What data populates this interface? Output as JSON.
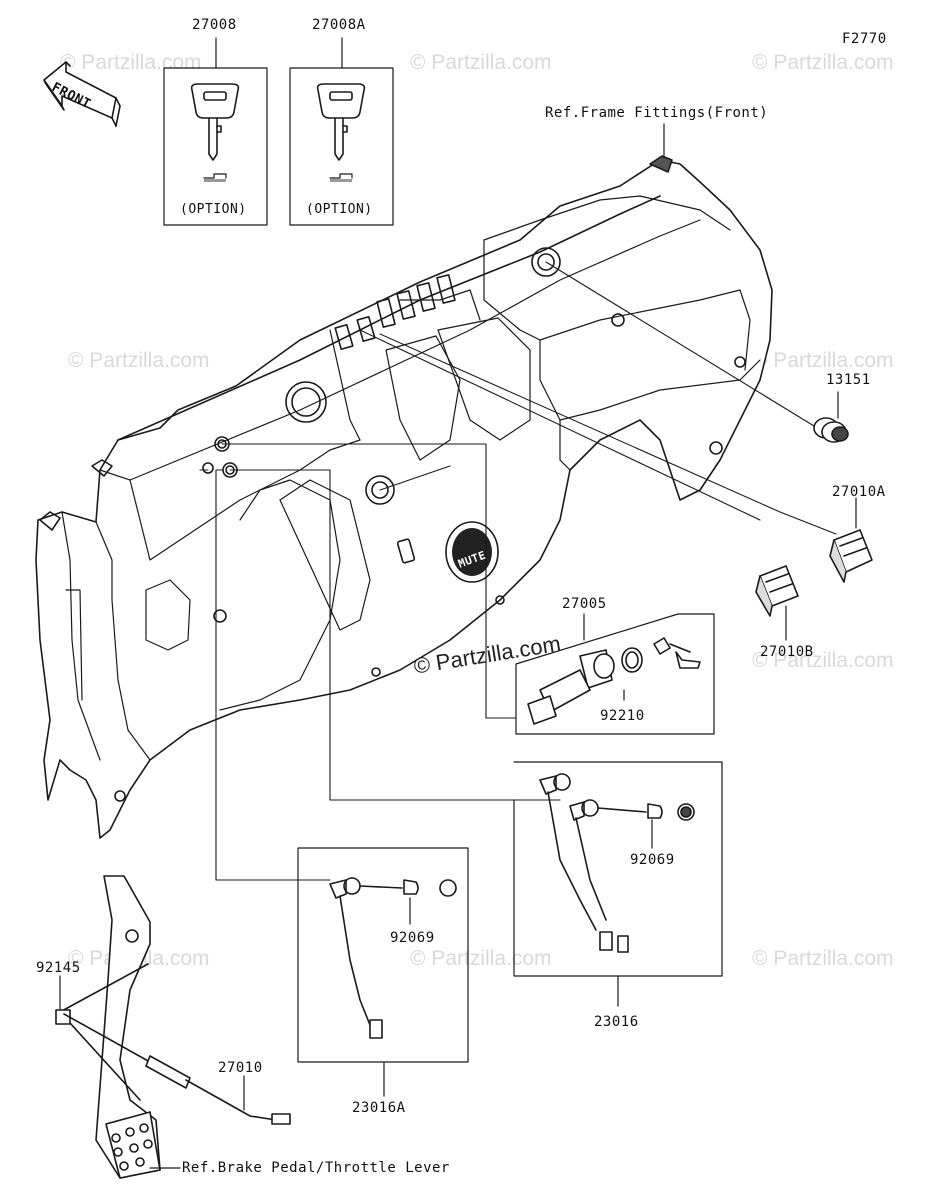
{
  "diagram_id": "F2770",
  "front_arrow_label": "FRONT",
  "watermark": "© Partzilla.com",
  "parts": {
    "key_a": "27008",
    "key_b": "27008A",
    "key_a_note": "(OPTION)",
    "key_b_note": "(OPTION)",
    "socket": "13151",
    "switch_a": "27010A",
    "switch_b": "27010B",
    "ignition": "27005",
    "nut": "92210",
    "bulb_upper": "92069",
    "bulb_lower": "92069",
    "harness": "23016",
    "harness_a": "23016A",
    "brake_switch": "27010",
    "spring": "92145"
  },
  "references": {
    "frame_fittings": "Ref.Frame Fittings(Front)",
    "brake_pedal": "Ref.Brake Pedal/Throttle Lever"
  },
  "panel_markings": {
    "mute": "MUTE"
  }
}
